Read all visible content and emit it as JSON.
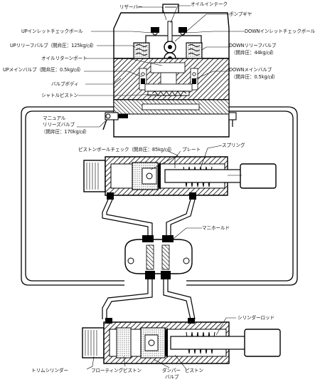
{
  "labels": {
    "reservoir": "リザーバー",
    "oil_inlet_filter": "オイルインテーク",
    "pump_gear": "ポンプギヤ",
    "up_inlet_check_ball": "UPインレットチェックボール",
    "down_inlet_check_ball": "DOWNインレットチェックボール",
    "up_relief_valve": "UPリリーフバルブ（開弁圧：125kg/㎠）",
    "down_relief_valve": "DOWNリリーフバルブ",
    "down_relief_valve_pressure": "（開弁圧：44kg/㎠）",
    "oil_return_port": "オイルリターンポート",
    "up_main_valve": "UPメインバルブ（開弁圧：0.5kg/㎠）",
    "down_main_valve": "DOWNメインバルブ",
    "down_main_valve_pressure": "（開弁圧：0.5kg/㎠）",
    "valve_body": "バルブボディ",
    "shuttle_piston": "シャトルピストン",
    "manual_release_valve": "マニュアル",
    "manual_release_valve_2": "リリーズバルブ",
    "manual_release_valve_pressure": "（開弁圧：170kg/㎠）",
    "piston_ball_check": "ピストンボールチェック（開弁圧：85kg/㎠）",
    "plate": "プレート",
    "spring": "スプリング",
    "manifold": "マニホールド",
    "cylinder_rod": "シリンダーロッド",
    "trim_cylinder": "トリムシリンダー",
    "floating_piston": "フローティングピストン",
    "damper_valve": "ダンパー",
    "damper_valve_2": "バルブ",
    "piston": "ピストン"
  }
}
